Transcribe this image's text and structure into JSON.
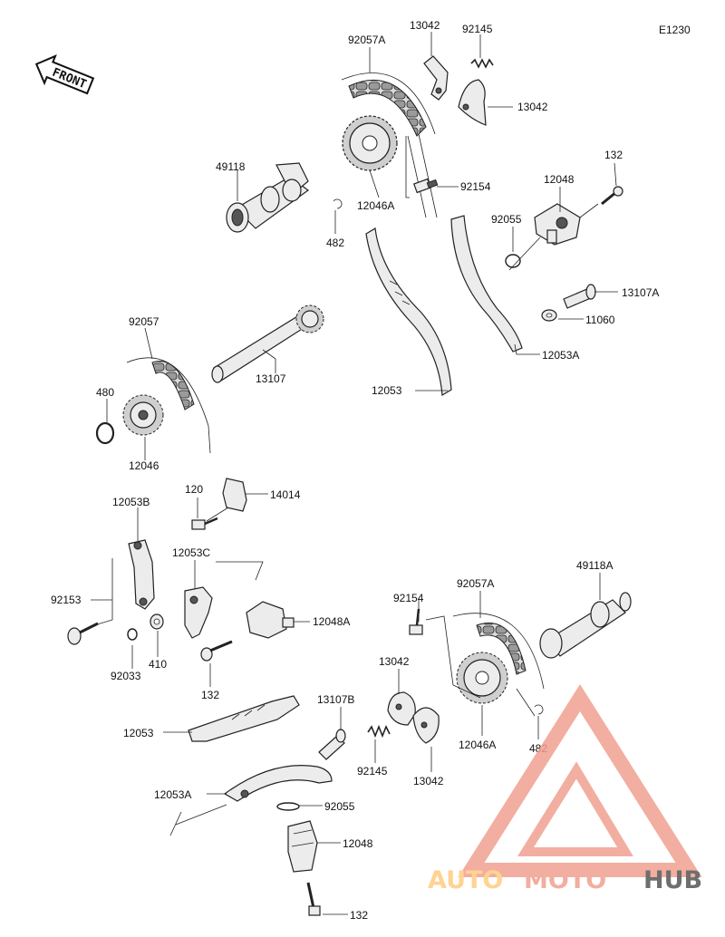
{
  "diagram_code": "E1230",
  "front_label": "FRONT",
  "watermark": {
    "part1": "AUTO",
    "part2": "MOTO",
    "part3": "HUB",
    "color_primary": "#f0a090",
    "color_secondary": "#ffcc80",
    "color_dark": "#555555"
  },
  "labels": [
    {
      "id": "92057A_top",
      "text": "92057A"
    },
    {
      "id": "13042_top",
      "text": "13042"
    },
    {
      "id": "92145_top",
      "text": "92145"
    },
    {
      "id": "13042_right",
      "text": "13042"
    },
    {
      "id": "49118",
      "text": "49118"
    },
    {
      "id": "12046A_top",
      "text": "12046A"
    },
    {
      "id": "92154_top",
      "text": "92154"
    },
    {
      "id": "482_top",
      "text": "482"
    },
    {
      "id": "132_top",
      "text": "132"
    },
    {
      "id": "12048_top",
      "text": "12048"
    },
    {
      "id": "92055_top",
      "text": "92055"
    },
    {
      "id": "13107A",
      "text": "13107A"
    },
    {
      "id": "11060",
      "text": "11060"
    },
    {
      "id": "12053A_top",
      "text": "12053A"
    },
    {
      "id": "92057",
      "text": "92057"
    },
    {
      "id": "13107",
      "text": "13107"
    },
    {
      "id": "480",
      "text": "480"
    },
    {
      "id": "12046",
      "text": "12046"
    },
    {
      "id": "12053_top",
      "text": "12053"
    },
    {
      "id": "120",
      "text": "120"
    },
    {
      "id": "14014",
      "text": "14014"
    },
    {
      "id": "12053B",
      "text": "12053B"
    },
    {
      "id": "12053C",
      "text": "12053C"
    },
    {
      "id": "92153",
      "text": "92153"
    },
    {
      "id": "12048A",
      "text": "12048A"
    },
    {
      "id": "92033",
      "text": "92033"
    },
    {
      "id": "410",
      "text": "410"
    },
    {
      "id": "132_mid",
      "text": "132"
    },
    {
      "id": "92154_bot",
      "text": "92154"
    },
    {
      "id": "92057A_bot",
      "text": "92057A"
    },
    {
      "id": "49118A",
      "text": "49118A"
    },
    {
      "id": "13042_bot",
      "text": "13042"
    },
    {
      "id": "12046A_bot",
      "text": "12046A"
    },
    {
      "id": "482_bot",
      "text": "482"
    },
    {
      "id": "13107B",
      "text": "13107B"
    },
    {
      "id": "12053_bot",
      "text": "12053"
    },
    {
      "id": "92145_bot",
      "text": "92145"
    },
    {
      "id": "13042_bot2",
      "text": "13042"
    },
    {
      "id": "12053A_bot",
      "text": "12053A"
    },
    {
      "id": "92055_bot",
      "text": "92055"
    },
    {
      "id": "12048_bot",
      "text": "12048"
    },
    {
      "id": "132_bot",
      "text": "132"
    }
  ]
}
